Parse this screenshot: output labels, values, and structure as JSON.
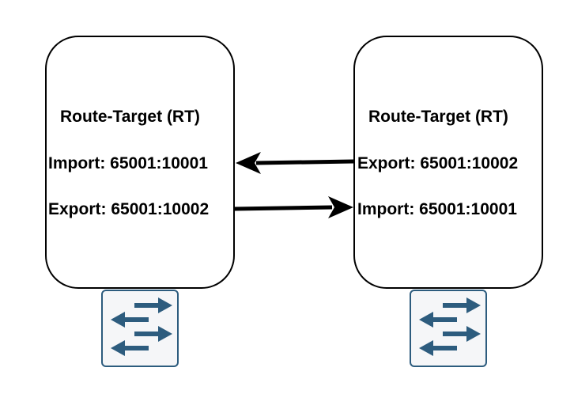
{
  "left_node": {
    "title": "Route-Target (RT)",
    "import": "Import: 65001:10001",
    "export": "Export: 65001:10002",
    "icon": "switch-icon"
  },
  "right_node": {
    "title": "Route-Target (RT)",
    "export": "Export: 65001:10002",
    "import": "Import: 65001:10001",
    "icon": "switch-icon"
  },
  "colors": {
    "border": "#000000",
    "arrow": "#000000",
    "switch_fill": "#f5f6f8",
    "switch_stroke": "#2d5c7e",
    "switch_arrow": "#2d5c7e"
  }
}
